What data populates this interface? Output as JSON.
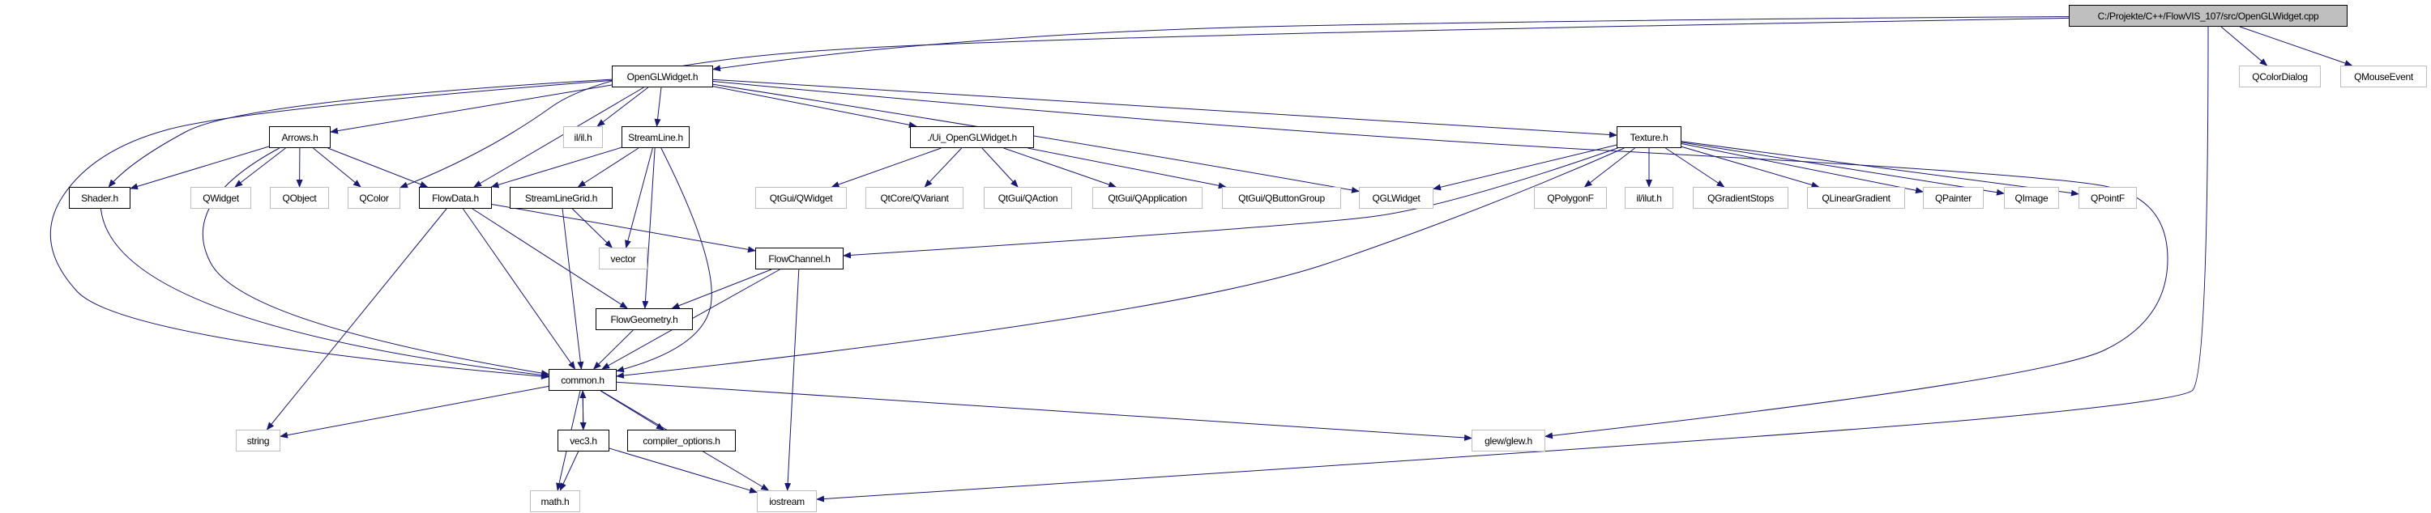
{
  "graph": {
    "edge_color": "#191970",
    "nodes": [
      {
        "id": "root",
        "label": "C:/Projekte/C++/FlowVIS_107/src/OpenGLWidget.cpp",
        "kind": "root"
      },
      {
        "id": "openglwidget_h",
        "label": "OpenGLWidget.h",
        "kind": "documented"
      },
      {
        "id": "qcolordialog",
        "label": "QColorDialog",
        "kind": "external"
      },
      {
        "id": "qmouseevent",
        "label": "QMouseEvent",
        "kind": "external"
      },
      {
        "id": "arrows_h",
        "label": "Arrows.h",
        "kind": "documented"
      },
      {
        "id": "il_h",
        "label": "il/il.h",
        "kind": "external"
      },
      {
        "id": "streamline_h",
        "label": "StreamLine.h",
        "kind": "documented"
      },
      {
        "id": "ui_h",
        "label": "./Ui_OpenGLWidget.h",
        "kind": "documented"
      },
      {
        "id": "texture_h",
        "label": "Texture.h",
        "kind": "documented"
      },
      {
        "id": "shader_h",
        "label": "Shader.h",
        "kind": "documented"
      },
      {
        "id": "qwidget",
        "label": "QWidget",
        "kind": "external"
      },
      {
        "id": "qobject",
        "label": "QObject",
        "kind": "external"
      },
      {
        "id": "qcolor",
        "label": "QColor",
        "kind": "external"
      },
      {
        "id": "flowdata_h",
        "label": "FlowData.h",
        "kind": "documented"
      },
      {
        "id": "streamlinegrid_h",
        "label": "StreamLineGrid.h",
        "kind": "documented"
      },
      {
        "id": "qtgui_qwidget",
        "label": "QtGui/QWidget",
        "kind": "external"
      },
      {
        "id": "qtcore_qvariant",
        "label": "QtCore/QVariant",
        "kind": "external"
      },
      {
        "id": "qtgui_qaction",
        "label": "QtGui/QAction",
        "kind": "external"
      },
      {
        "id": "qtgui_qapplication",
        "label": "QtGui/QApplication",
        "kind": "external"
      },
      {
        "id": "qtgui_qbuttongroup",
        "label": "QtGui/QButtonGroup",
        "kind": "external"
      },
      {
        "id": "qglwidget",
        "label": "QGLWidget",
        "kind": "external"
      },
      {
        "id": "qpolygonf",
        "label": "QPolygonF",
        "kind": "external"
      },
      {
        "id": "ilut_h",
        "label": "il/ilut.h",
        "kind": "external"
      },
      {
        "id": "qgradientstops",
        "label": "QGradientStops",
        "kind": "external"
      },
      {
        "id": "qlineargradient",
        "label": "QLinearGradient",
        "kind": "external"
      },
      {
        "id": "qpainter",
        "label": "QPainter",
        "kind": "external"
      },
      {
        "id": "qimage",
        "label": "QImage",
        "kind": "external"
      },
      {
        "id": "qpointf",
        "label": "QPointF",
        "kind": "external"
      },
      {
        "id": "vector",
        "label": "vector",
        "kind": "external"
      },
      {
        "id": "flowchannel_h",
        "label": "FlowChannel.h",
        "kind": "documented"
      },
      {
        "id": "flowgeometry_h",
        "label": "FlowGeometry.h",
        "kind": "documented"
      },
      {
        "id": "common_h",
        "label": "common.h",
        "kind": "documented"
      },
      {
        "id": "string",
        "label": "string",
        "kind": "external"
      },
      {
        "id": "vec3_h",
        "label": "vec3.h",
        "kind": "documented"
      },
      {
        "id": "compiler_options_h",
        "label": "compiler_options.h",
        "kind": "documented"
      },
      {
        "id": "glew_h",
        "label": "glew/glew.h",
        "kind": "external"
      },
      {
        "id": "math_h",
        "label": "math.h",
        "kind": "external"
      },
      {
        "id": "iostream",
        "label": "iostream",
        "kind": "external"
      }
    ],
    "edges": [
      [
        "root",
        "openglwidget_h"
      ],
      [
        "root",
        "qcolor"
      ],
      [
        "root",
        "qcolordialog"
      ],
      [
        "root",
        "qmouseevent"
      ],
      [
        "root",
        "iostream"
      ],
      [
        "openglwidget_h",
        "arrows_h"
      ],
      [
        "openglwidget_h",
        "shader_h"
      ],
      [
        "openglwidget_h",
        "common_h"
      ],
      [
        "openglwidget_h",
        "il_h"
      ],
      [
        "openglwidget_h",
        "streamline_h"
      ],
      [
        "openglwidget_h",
        "flowdata_h"
      ],
      [
        "openglwidget_h",
        "ui_h"
      ],
      [
        "openglwidget_h",
        "qglwidget"
      ],
      [
        "openglwidget_h",
        "texture_h"
      ],
      [
        "openglwidget_h",
        "glew_h"
      ],
      [
        "arrows_h",
        "shader_h"
      ],
      [
        "arrows_h",
        "qwidget"
      ],
      [
        "arrows_h",
        "qobject"
      ],
      [
        "arrows_h",
        "qcolor"
      ],
      [
        "arrows_h",
        "flowdata_h"
      ],
      [
        "arrows_h",
        "common_h"
      ],
      [
        "streamline_h",
        "flowdata_h"
      ],
      [
        "streamline_h",
        "streamlinegrid_h"
      ],
      [
        "streamline_h",
        "vector"
      ],
      [
        "streamline_h",
        "flowgeometry_h"
      ],
      [
        "streamline_h",
        "common_h"
      ],
      [
        "ui_h",
        "qtgui_qwidget"
      ],
      [
        "ui_h",
        "qtcore_qvariant"
      ],
      [
        "ui_h",
        "qtgui_qaction"
      ],
      [
        "ui_h",
        "qtgui_qapplication"
      ],
      [
        "ui_h",
        "qtgui_qbuttongroup"
      ],
      [
        "texture_h",
        "qglwidget"
      ],
      [
        "texture_h",
        "flowchannel_h"
      ],
      [
        "texture_h",
        "common_h"
      ],
      [
        "texture_h",
        "qpolygonf"
      ],
      [
        "texture_h",
        "ilut_h"
      ],
      [
        "texture_h",
        "qgradientstops"
      ],
      [
        "texture_h",
        "qlineargradient"
      ],
      [
        "texture_h",
        "qpainter"
      ],
      [
        "texture_h",
        "qimage"
      ],
      [
        "texture_h",
        "qpointf"
      ],
      [
        "shader_h",
        "common_h"
      ],
      [
        "flowdata_h",
        "string"
      ],
      [
        "flowdata_h",
        "common_h"
      ],
      [
        "flowdata_h",
        "flowgeometry_h"
      ],
      [
        "flowdata_h",
        "flowchannel_h"
      ],
      [
        "streamlinegrid_h",
        "vector"
      ],
      [
        "streamlinegrid_h",
        "common_h"
      ],
      [
        "flowchannel_h",
        "flowgeometry_h"
      ],
      [
        "flowchannel_h",
        "common_h"
      ],
      [
        "flowchannel_h",
        "iostream"
      ],
      [
        "flowgeometry_h",
        "common_h"
      ],
      [
        "common_h",
        "string"
      ],
      [
        "common_h",
        "math_h"
      ],
      [
        "common_h",
        "vec3_h"
      ],
      [
        "common_h",
        "compiler_options_h"
      ],
      [
        "common_h",
        "iostream"
      ],
      [
        "common_h",
        "glew_h"
      ],
      [
        "vec3_h",
        "common_h"
      ],
      [
        "vec3_h",
        "math_h"
      ],
      [
        "vec3_h",
        "iostream"
      ]
    ]
  }
}
